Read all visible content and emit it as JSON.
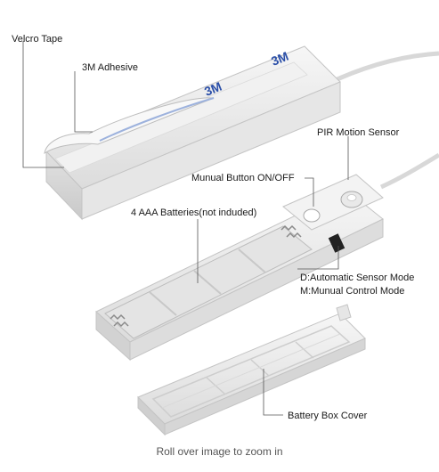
{
  "labels": {
    "velcro_tape": "Velcro Tape",
    "adhesive_3m": "3M Adhesive",
    "pir_sensor": "PIR Motion Sensor",
    "manual_button": "Munual Button ON/OFF",
    "batteries": "4 AAA Batteries(not induded)",
    "mode_d": "D:Automatic Sensor Mode",
    "mode_m": "M:Munual Control Mode",
    "battery_cover": "Battery Box Cover"
  },
  "logo_text": "3M",
  "zoom_hint": "Roll over image to zoom in",
  "colors": {
    "plastic": "#ececec",
    "plastic_shadow": "#cfcfcf",
    "logo_blue": "#2b4fa8",
    "leader_line": "#555555"
  }
}
